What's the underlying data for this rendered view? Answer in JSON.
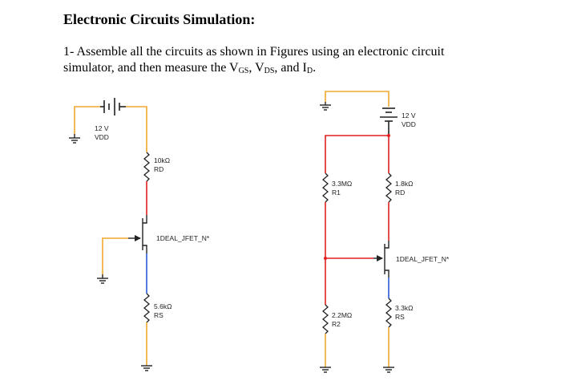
{
  "heading": "Electronic Circuits Simulation:",
  "instruction": {
    "line1": "1- Assemble all the circuits as shown in Figures using an electronic circuit",
    "line2_prefix": "simulator, and then measure the V",
    "vgs_sub": "GS",
    "sep1": ", V",
    "vds_sub": "DS",
    "sep2": ", and I",
    "id_sub": "D",
    "end": "."
  },
  "circuit1": {
    "supply": {
      "value": "12 V",
      "name": "VDD"
    },
    "drain_resistor": {
      "value": "10kΩ",
      "name": "RD"
    },
    "jfet": {
      "name": "1DEAL_JFET_N*"
    },
    "source_resistor": {
      "value": "5.6kΩ",
      "name": "RS"
    }
  },
  "circuit2": {
    "supply": {
      "value": "12 V",
      "name": "VDD"
    },
    "r1": {
      "value": "3.3MΩ",
      "name": "R1"
    },
    "drain_resistor": {
      "value": "1.8kΩ",
      "name": "RD"
    },
    "jfet": {
      "name": "1DEAL_JFET_N*"
    },
    "r2": {
      "value": "2.2MΩ",
      "name": "R2"
    },
    "source_resistor": {
      "value": "3.3kΩ",
      "name": "RS"
    }
  },
  "colors": {
    "wire_orange": "#f0a830",
    "wire_red": "#e02020",
    "wire_blue": "#2a5cd6",
    "component": "#222222"
  }
}
